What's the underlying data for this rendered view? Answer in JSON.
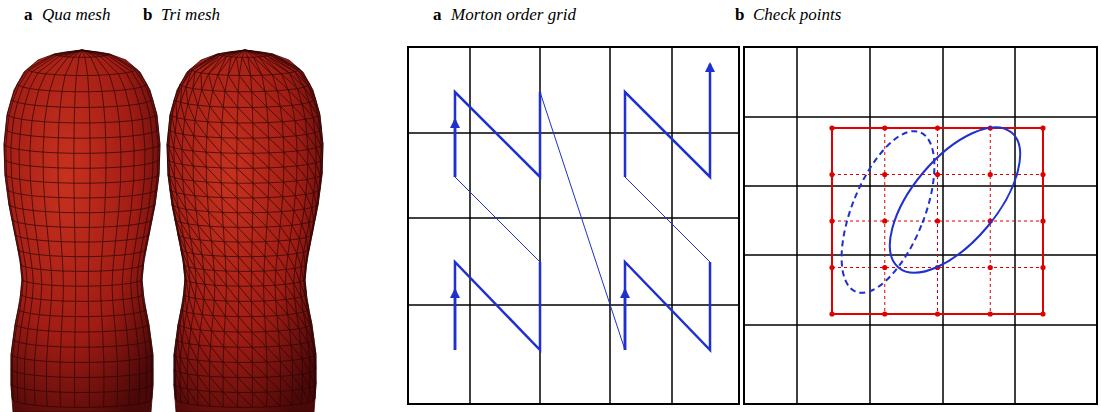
{
  "diagram": {
    "labels": [
      "a",
      "Qua mesh",
      "b",
      "Tri mesh",
      "a",
      "Morton order grid",
      "b",
      "Check points"
    ]
  }
}
